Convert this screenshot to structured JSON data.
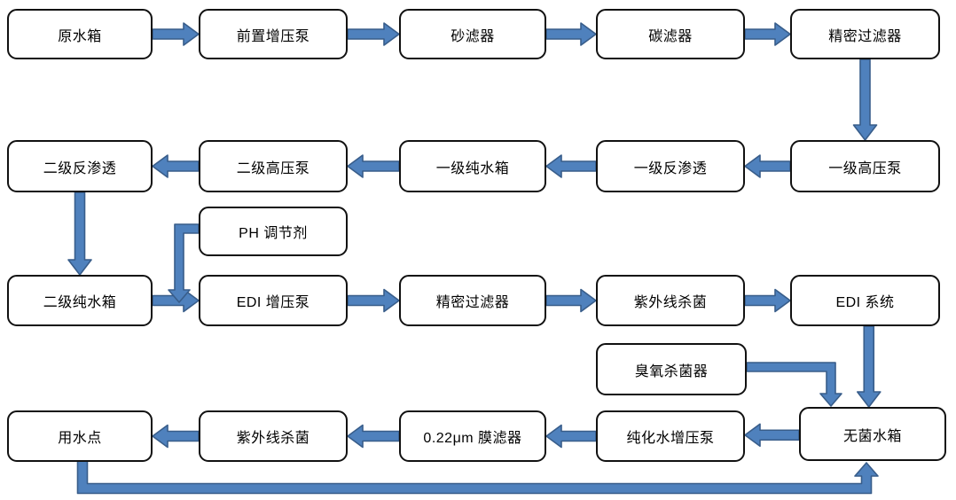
{
  "diagram": {
    "description": "水处理(纯化水/EDI)工艺流程图",
    "colors": {
      "arrow_fill": "#4F81BD",
      "arrow_border": "#385D8A",
      "box_border": "#111111",
      "box_fill": "#FFFFFF",
      "text": "#000000",
      "background": "#FFFFFF"
    },
    "nodes": [
      {
        "id": "raw-tank",
        "label": "原水箱"
      },
      {
        "id": "pre-boost-pump",
        "label": "前置增压泵"
      },
      {
        "id": "sand-filter",
        "label": "砂滤器"
      },
      {
        "id": "carbon-filter",
        "label": "碳滤器"
      },
      {
        "id": "precision-filter-1",
        "label": "精密过滤器"
      },
      {
        "id": "stage1-hp-pump",
        "label": "一级高压泵"
      },
      {
        "id": "stage1-ro",
        "label": "一级反渗透"
      },
      {
        "id": "stage1-pure-tank",
        "label": "一级纯水箱"
      },
      {
        "id": "stage2-hp-pump",
        "label": "二级高压泵"
      },
      {
        "id": "stage2-ro",
        "label": "二级反渗透"
      },
      {
        "id": "ph-adjuster",
        "label": "PH 调节剂"
      },
      {
        "id": "stage2-pure-tank",
        "label": "二级纯水箱"
      },
      {
        "id": "edi-boost-pump",
        "label": "EDI 增压泵"
      },
      {
        "id": "precision-filter-2",
        "label": "精密过滤器"
      },
      {
        "id": "uv-sterilizer-1",
        "label": "紫外线杀菌"
      },
      {
        "id": "edi-system",
        "label": "EDI 系统"
      },
      {
        "id": "ozone-sterilizer",
        "label": "臭氧杀菌器"
      },
      {
        "id": "sterile-tank",
        "label": "无菌水箱"
      },
      {
        "id": "purified-boost-pump",
        "label": "纯化水增压泵"
      },
      {
        "id": "membrane-filter",
        "label": "0.22μm 膜滤器"
      },
      {
        "id": "uv-sterilizer-2",
        "label": "紫外线杀菌"
      },
      {
        "id": "use-point",
        "label": "用水点"
      }
    ],
    "connectors": [
      {
        "from": "raw-tank",
        "to": "pre-boost-pump"
      },
      {
        "from": "pre-boost-pump",
        "to": "sand-filter"
      },
      {
        "from": "sand-filter",
        "to": "carbon-filter"
      },
      {
        "from": "carbon-filter",
        "to": "precision-filter-1"
      },
      {
        "from": "precision-filter-1",
        "to": "stage1-hp-pump"
      },
      {
        "from": "stage1-hp-pump",
        "to": "stage1-ro"
      },
      {
        "from": "stage1-ro",
        "to": "stage1-pure-tank"
      },
      {
        "from": "stage1-pure-tank",
        "to": "stage2-hp-pump"
      },
      {
        "from": "stage2-hp-pump",
        "to": "stage2-ro"
      },
      {
        "from": "stage2-ro",
        "to": "stage2-pure-tank"
      },
      {
        "from": "stage2-pure-tank",
        "to": "edi-boost-pump"
      },
      {
        "from": "ph-adjuster",
        "to": "edi-boost-pump"
      },
      {
        "from": "edi-boost-pump",
        "to": "precision-filter-2"
      },
      {
        "from": "precision-filter-2",
        "to": "uv-sterilizer-1"
      },
      {
        "from": "uv-sterilizer-1",
        "to": "edi-system"
      },
      {
        "from": "edi-system",
        "to": "sterile-tank"
      },
      {
        "from": "ozone-sterilizer",
        "to": "sterile-tank"
      },
      {
        "from": "sterile-tank",
        "to": "purified-boost-pump"
      },
      {
        "from": "purified-boost-pump",
        "to": "membrane-filter"
      },
      {
        "from": "membrane-filter",
        "to": "uv-sterilizer-2"
      },
      {
        "from": "uv-sterilizer-2",
        "to": "use-point"
      },
      {
        "from": "use-point",
        "to": "sterile-tank"
      }
    ]
  }
}
